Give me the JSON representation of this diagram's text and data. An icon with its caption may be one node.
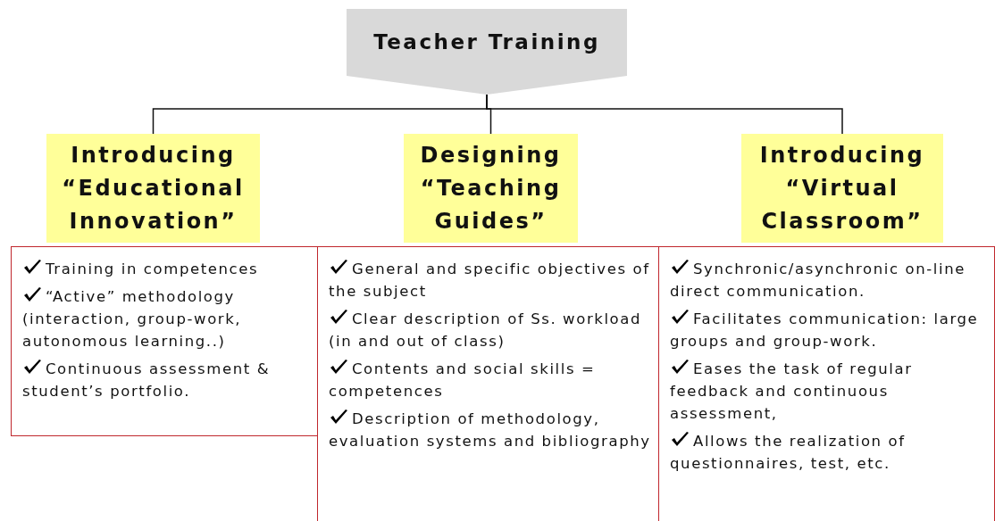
{
  "diagram": {
    "nodes": [
      {
        "text": [
          "Teacher Training"
        ]
      },
      {
        "text": [
          "Introducing “Educational Innovation”"
        ]
      },
      {
        "text": [
          "Designing “Teaching Guides”"
        ]
      },
      {
        "text": [
          "Introducing “Virtual Classroom”"
        ]
      },
      {
        "text": [
          "Training in competences",
          "“Active” methodology (interaction, group-work, autonomous learning..)",
          "Continuous assessment & student’s portfolio."
        ]
      },
      {
        "text": [
          "General and specific objectives of the subject",
          "Clear description of Ss. workload (in and out of class)",
          "Contents and social skills = competences",
          "Description of methodology, evaluation systems and bibliography"
        ]
      },
      {
        "text": [
          "Synchronic/asynchronic on-line direct communication.",
          "Facilitates communication: large groups and group-work.",
          "Eases the task of regular feedback and continuous assessment,",
          "Allows the realization of questionnaires, test, etc."
        ]
      }
    ],
    "edges": [
      {
        "from": 0,
        "to": 1,
        "arrow": "none"
      },
      {
        "from": 0,
        "to": 2,
        "arrow": "none"
      },
      {
        "from": 0,
        "to": 3,
        "arrow": "none"
      }
    ]
  }
}
